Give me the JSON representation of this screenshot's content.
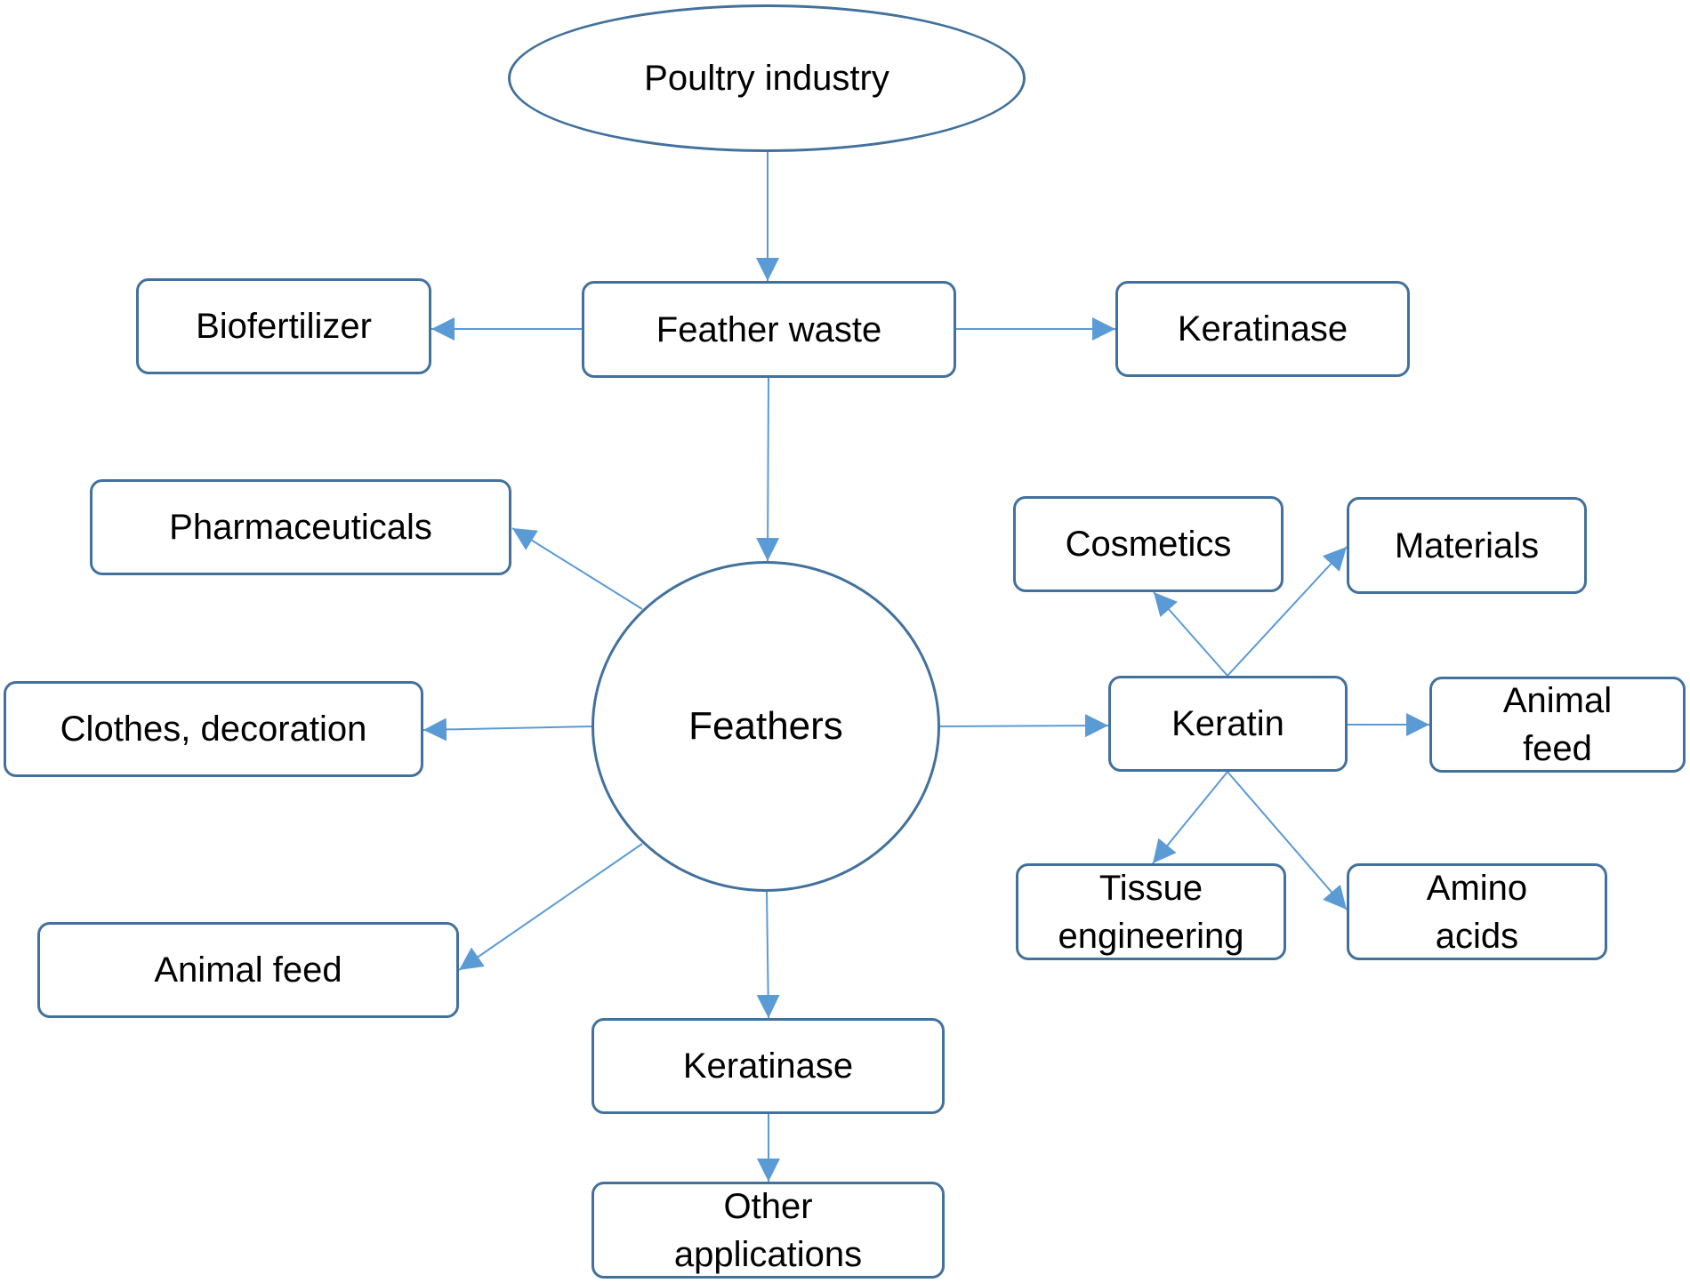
{
  "diagram": {
    "nodes": {
      "poultry_industry": "Poultry industry",
      "feather_waste": "Feather waste",
      "biofertilizer": "Biofertilizer",
      "keratinase_top": "Keratinase",
      "pharmaceuticals": "Pharmaceuticals",
      "feathers": "Feathers",
      "clothes_decoration": "Clothes, decoration",
      "animal_feed_left": "Animal feed",
      "keratinase_bottom": "Keratinase",
      "other_applications": "Other\napplications",
      "keratin": "Keratin",
      "cosmetics": "Cosmetics",
      "materials": "Materials",
      "animal_feed_right": "Animal\nfeed",
      "tissue_engineering": "Tissue\nengineering",
      "amino_acids": "Amino\nacids"
    },
    "edges": [
      {
        "from": "poultry_industry",
        "to": "feather_waste"
      },
      {
        "from": "feather_waste",
        "to": "biofertilizer"
      },
      {
        "from": "feather_waste",
        "to": "keratinase_top"
      },
      {
        "from": "feather_waste",
        "to": "feathers"
      },
      {
        "from": "feathers",
        "to": "pharmaceuticals"
      },
      {
        "from": "feathers",
        "to": "clothes_decoration"
      },
      {
        "from": "feathers",
        "to": "animal_feed_left"
      },
      {
        "from": "feathers",
        "to": "keratinase_bottom"
      },
      {
        "from": "keratinase_bottom",
        "to": "other_applications"
      },
      {
        "from": "feathers",
        "to": "keratin"
      },
      {
        "from": "keratin",
        "to": "cosmetics"
      },
      {
        "from": "keratin",
        "to": "materials"
      },
      {
        "from": "keratin",
        "to": "animal_feed_right"
      },
      {
        "from": "keratin",
        "to": "tissue_engineering"
      },
      {
        "from": "keratin",
        "to": "amino_acids"
      }
    ],
    "colors": {
      "node_border": "#41719c",
      "arrow": "#5b9bd5",
      "text": "#000000"
    }
  }
}
